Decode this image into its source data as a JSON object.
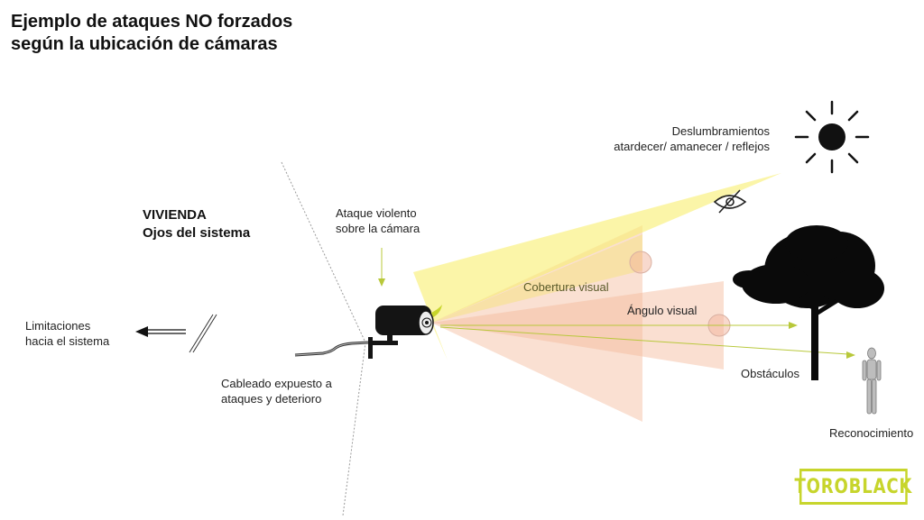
{
  "title": {
    "line1": "Ejemplo de ataques NO forzados",
    "line2": "según la ubicación de cámaras"
  },
  "labels": {
    "vivienda": "VIVIENDA",
    "ojos_sistema": "Ojos del sistema",
    "ataque_line1": "Ataque violento",
    "ataque_line2": "sobre la cámara",
    "limitaciones_line1": "Limitaciones",
    "limitaciones_line2": "hacia el sistema",
    "cableado_line1": "Cableado expuesto  a",
    "cableado_line2": "ataques y deterioro",
    "deslumbramientos_line1": "Deslumbramientos",
    "deslumbramientos_line2": "atardecer/ amanecer / reflejos",
    "cobertura": "Cobertura visual",
    "angulo": "Ángulo visual",
    "obstaculos": "Obstáculos",
    "reconocimiento": "Reconocimiento"
  },
  "icons": {
    "sun": "sun-icon",
    "eye_slash": "eye-slash-icon",
    "camera": "security-camera-icon",
    "tree": "tree-icon",
    "mannequin": "mannequin-figure-icon"
  },
  "colors": {
    "accent": "#c7d52c",
    "coverage_yellow": "#f8f07a",
    "angle_salmon": "#f6c7ad"
  },
  "logo": {
    "text": "TOROBLACK"
  }
}
